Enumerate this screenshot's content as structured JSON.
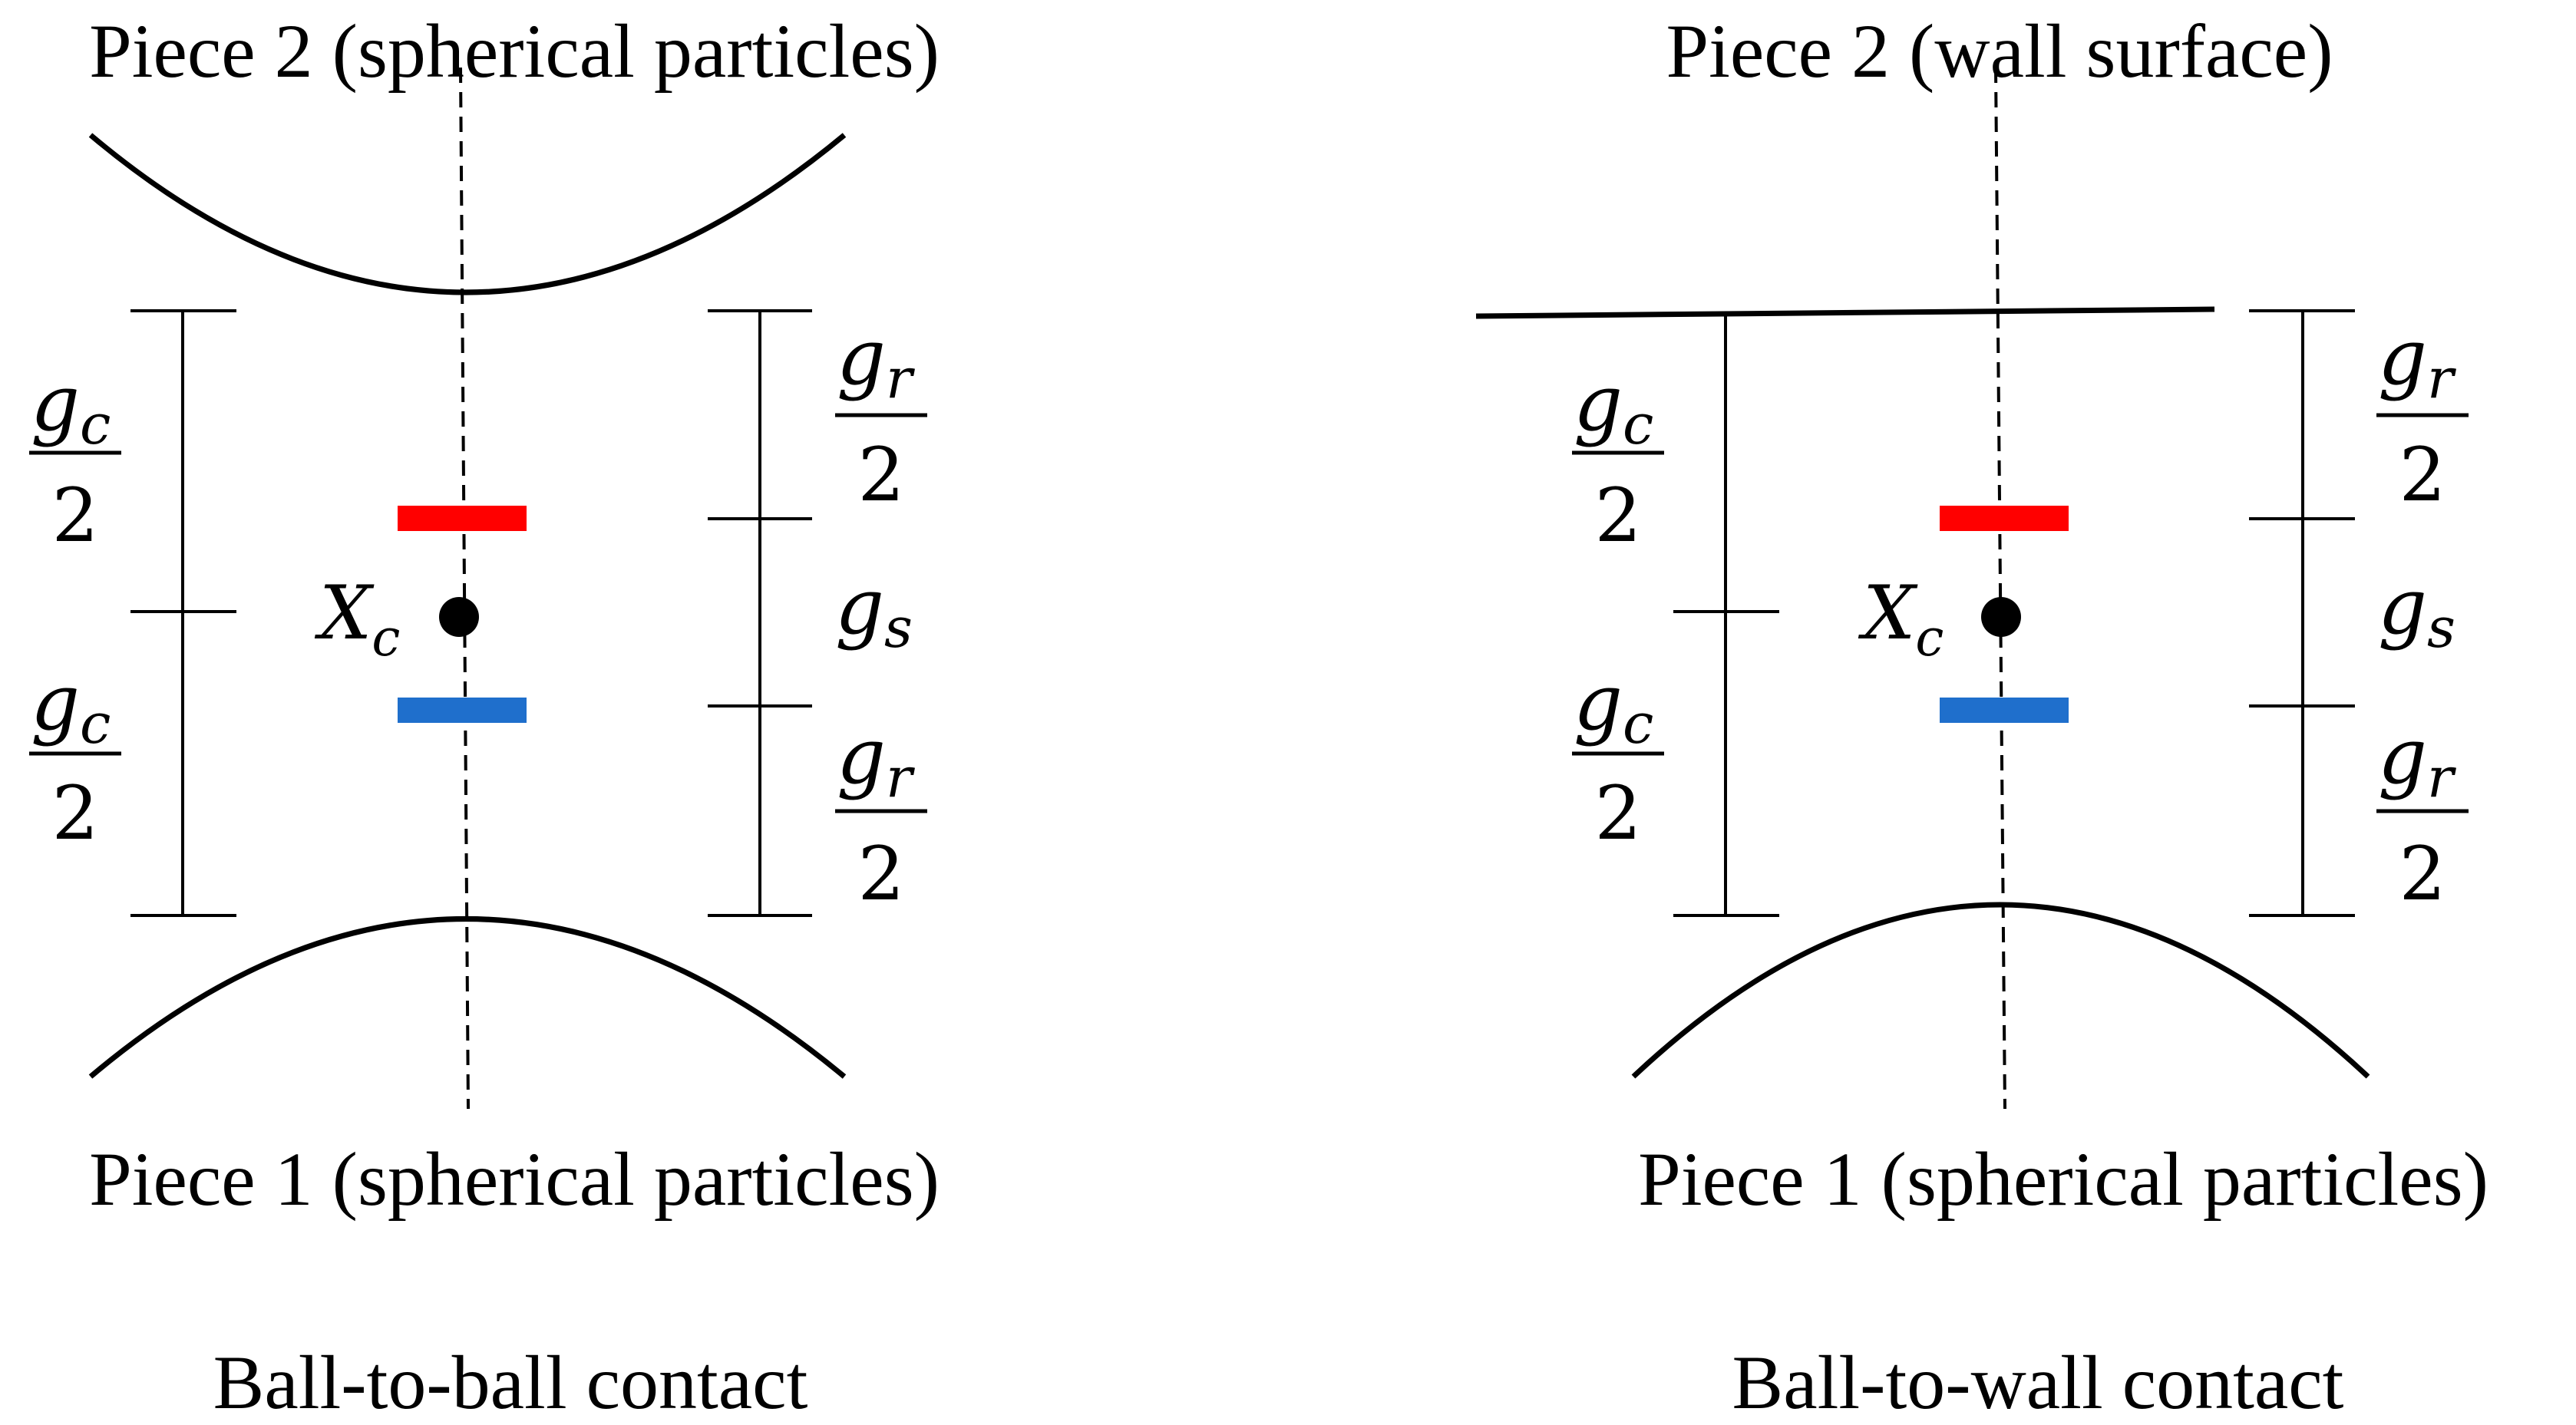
{
  "panels": [
    {
      "top_label": "Piece 2 (spherical particles)",
      "bottom_label": "Piece 1 (spherical particles)",
      "caption": "Ball-to-ball contact",
      "center_point": {
        "var": "X",
        "sub": "c"
      },
      "left_dims": [
        {
          "num_var": "g",
          "num_sub": "c",
          "den": "2"
        },
        {
          "num_var": "g",
          "num_sub": "c",
          "den": "2"
        }
      ],
      "right_dims": [
        {
          "num_var": "g",
          "num_sub": "r",
          "den": "2"
        },
        {
          "var": "g",
          "sub": "s"
        },
        {
          "num_var": "g",
          "num_sub": "r",
          "den": "2"
        }
      ]
    },
    {
      "top_label": "Piece 2 (wall surface)",
      "bottom_label": "Piece 1 (spherical particles)",
      "caption": "Ball-to-wall contact",
      "center_point": {
        "var": "X",
        "sub": "c"
      },
      "left_dims": [
        {
          "num_var": "g",
          "num_sub": "c",
          "den": "2"
        },
        {
          "num_var": "g",
          "num_sub": "c",
          "den": "2"
        }
      ],
      "right_dims": [
        {
          "num_var": "g",
          "num_sub": "r",
          "den": "2"
        },
        {
          "var": "g",
          "sub": "s"
        },
        {
          "num_var": "g",
          "num_sub": "r",
          "den": "2"
        }
      ]
    }
  ],
  "colors": {
    "upper_bar": "#ff0000",
    "lower_bar": "#1f6fcc",
    "line": "#000000"
  }
}
